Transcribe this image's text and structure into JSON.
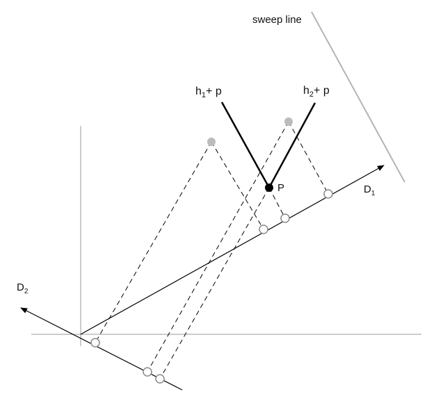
{
  "labels": {
    "sweep_line": "sweep line",
    "h1_main": "h",
    "h1_sub": "1",
    "h1_rest": "+ p",
    "h2_main": "h",
    "h2_sub": "2",
    "h2_rest": "+ p",
    "point_p": "P",
    "d1_main": "D",
    "d1_sub": "1",
    "d2_main": "D",
    "d2_sub": "2"
  },
  "colors": {
    "axis": "#999999",
    "line": "#000000",
    "sweep": "#b3b3b3",
    "gray_point": "#bbbbbb",
    "hollow_stroke": "#888888",
    "solid_point": "#000000"
  }
}
